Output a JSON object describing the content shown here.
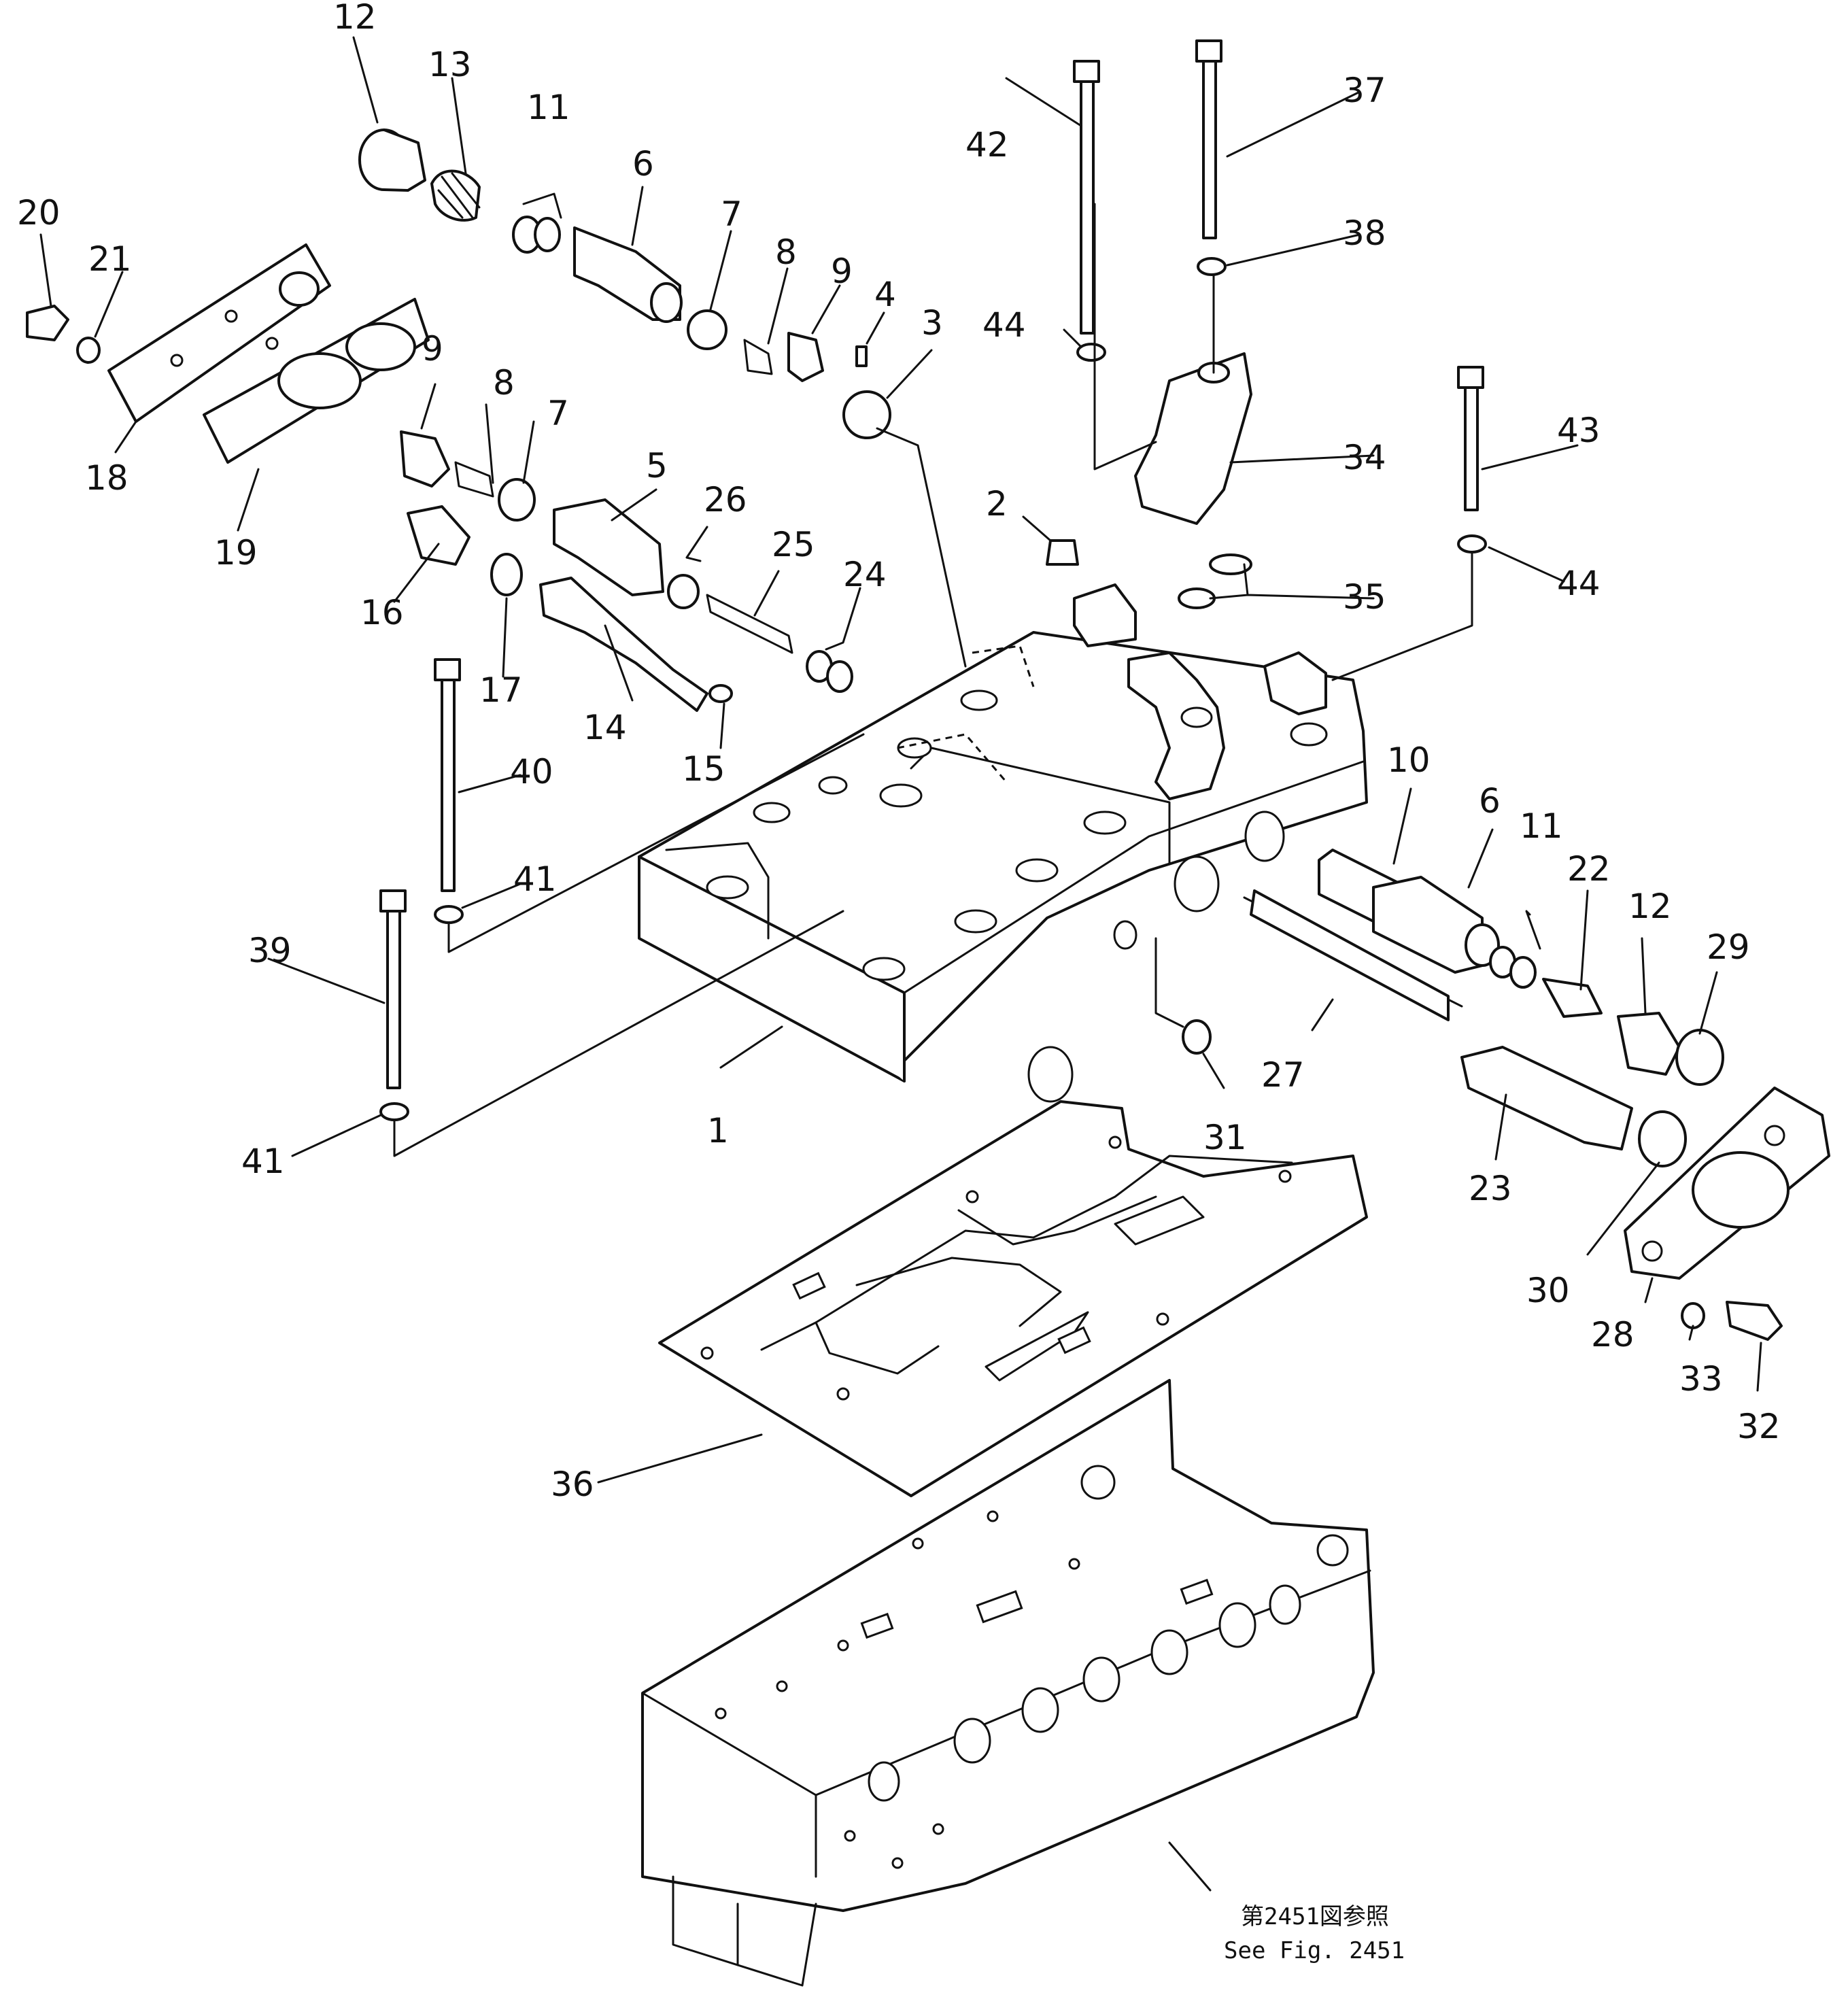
{
  "diagram": {
    "type": "exploded parts diagram",
    "callouts": [
      "1",
      "2",
      "3",
      "4",
      "5",
      "6",
      "7",
      "8",
      "9",
      "10",
      "11",
      "12",
      "13",
      "14",
      "15",
      "16",
      "17",
      "18",
      "19",
      "20",
      "21",
      "22",
      "23",
      "24",
      "25",
      "26",
      "27",
      "28",
      "29",
      "30",
      "31",
      "32",
      "33",
      "34",
      "35",
      "36",
      "37",
      "38",
      "39",
      "40",
      "41",
      "42",
      "43",
      "44"
    ],
    "labels": {
      "c1": "1",
      "c2": "2",
      "c3": "3",
      "c4": "4",
      "c5": "5",
      "c6a": "6",
      "c6b": "6",
      "c7a": "7",
      "c7b": "7",
      "c8a": "8",
      "c8b": "8",
      "c9a": "9",
      "c9b": "9",
      "c10": "10",
      "c11a": "11",
      "c11b": "11",
      "c12a": "12",
      "c12b": "12",
      "c13": "13",
      "c14": "14",
      "c15": "15",
      "c16": "16",
      "c17": "17",
      "c18": "18",
      "c19": "19",
      "c20": "20",
      "c21": "21",
      "c22": "22",
      "c23": "23",
      "c24": "24",
      "c25": "25",
      "c26": "26",
      "c27": "27",
      "c28": "28",
      "c29": "29",
      "c30": "30",
      "c31": "31",
      "c32": "32",
      "c33": "33",
      "c34": "34",
      "c35": "35",
      "c36": "36",
      "c37": "37",
      "c38": "38",
      "c39": "39",
      "c40": "40",
      "c41a": "41",
      "c41b": "41",
      "c42": "42",
      "c43": "43",
      "c44a": "44",
      "c44b": "44"
    },
    "reference_note": {
      "line1": "第2451図参照",
      "line2": "See Fig. 2451"
    }
  }
}
